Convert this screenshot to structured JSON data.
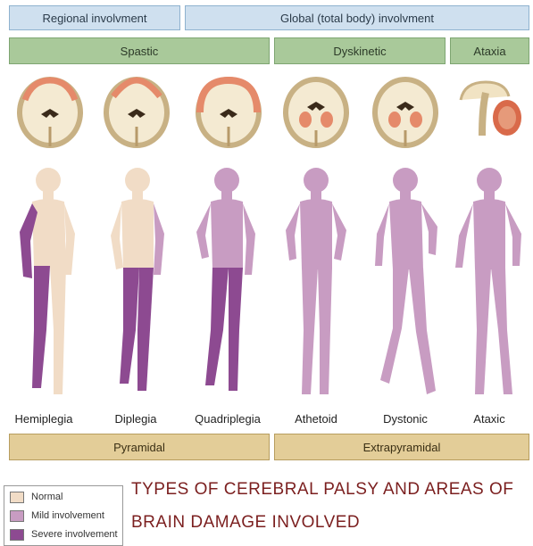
{
  "headers": {
    "regional": "Regional involvment",
    "global": "Global (total body) involvment"
  },
  "groups": {
    "spastic": "Spastic",
    "dyskinetic": "Dyskinetic",
    "ataxia": "Ataxia"
  },
  "types": [
    "Hemiplegia",
    "Diplegia",
    "Quadriplegia",
    "Athetoid",
    "Dystonic",
    "Ataxic"
  ],
  "tracts": {
    "pyramidal": "Pyramidal",
    "extrapyramidal": "Extrapyramidal"
  },
  "legend": {
    "normal": "Normal",
    "mild": "Mild involvement",
    "severe": "Severe involvement"
  },
  "caption": "TYPES OF CEREBRAL PALSY AND AREAS OF BRAIN DAMAGE INVOLVED",
  "colors": {
    "normal": "#f1dcc6",
    "mild": "#c89cc2",
    "severe": "#8d4a91",
    "header": "#cfe0ef",
    "group": "#a9c99a",
    "tract": "#e3cd98",
    "caption": "#7b1f1f"
  }
}
